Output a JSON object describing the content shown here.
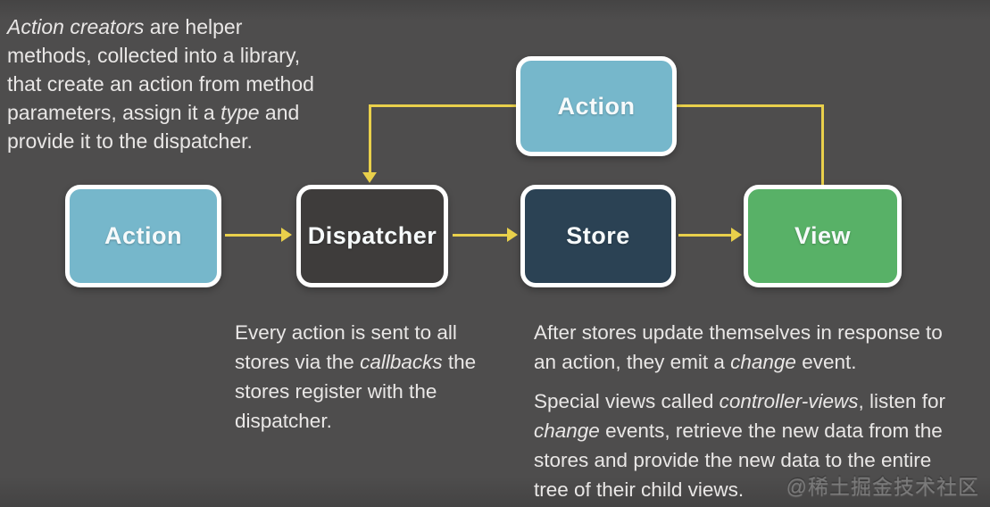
{
  "diagram": {
    "title_hint": "Flux data flow diagram",
    "nodes": {
      "action_top": {
        "label": "Action",
        "fill": "#76b7cb"
      },
      "action_left": {
        "label": "Action",
        "fill": "#76b7cb"
      },
      "dispatcher": {
        "label": "Dispatcher",
        "fill": "#3e3c3b"
      },
      "store": {
        "label": "Store",
        "fill": "#2b4254"
      },
      "view": {
        "label": "View",
        "fill": "#58b167"
      }
    },
    "edges": [
      {
        "from": "action_left",
        "to": "dispatcher",
        "style": "arrow-right"
      },
      {
        "from": "dispatcher",
        "to": "store",
        "style": "arrow-right"
      },
      {
        "from": "store",
        "to": "view",
        "style": "arrow-right"
      },
      {
        "from": "view",
        "to": "action_top",
        "style": "elbow-up"
      },
      {
        "from": "action_top",
        "to": "dispatcher",
        "style": "elbow-down-arrow"
      }
    ],
    "colors": {
      "background": "#4e4d4d",
      "arrow": "#e9d04b",
      "node_border": "#ffffff",
      "node_text": "#f6fafb",
      "note_text": "#e9e7e6"
    }
  },
  "notes": {
    "intro": [
      [
        {
          "t": "Action creators",
          "i": true
        },
        {
          "t": " are helper",
          "i": false
        }
      ],
      [
        {
          "t": "methods, collected into a library,",
          "i": false
        }
      ],
      [
        {
          "t": "that create an action from method",
          "i": false
        }
      ],
      [
        {
          "t": "parameters, assign it a ",
          "i": false
        },
        {
          "t": "type",
          "i": true
        },
        {
          "t": " and",
          "i": false
        }
      ],
      [
        {
          "t": "provide it to the dispatcher.",
          "i": false
        }
      ]
    ],
    "dispatcher": [
      [
        {
          "t": "Every action is sent to all",
          "i": false
        }
      ],
      [
        {
          "t": "stores via the ",
          "i": false
        },
        {
          "t": "callbacks",
          "i": true
        },
        {
          "t": " the",
          "i": false
        }
      ],
      [
        {
          "t": "stores register with the",
          "i": false
        }
      ],
      [
        {
          "t": "dispatcher.",
          "i": false
        }
      ]
    ],
    "store_para1": [
      [
        {
          "t": "After stores update themselves in response to",
          "i": false
        }
      ],
      [
        {
          "t": "an action, they emit a ",
          "i": false
        },
        {
          "t": "change",
          "i": true
        },
        {
          "t": " event.",
          "i": false
        }
      ]
    ],
    "store_para2": [
      [
        {
          "t": "Special views called ",
          "i": false
        },
        {
          "t": "controller-views",
          "i": true
        },
        {
          "t": ", listen for",
          "i": false
        }
      ],
      [
        {
          "t": "change",
          "i": true
        },
        {
          "t": " events, retrieve the new data from the",
          "i": false
        }
      ],
      [
        {
          "t": "stores and provide the new data to the entire",
          "i": false
        }
      ],
      [
        {
          "t": "tree of their child views.",
          "i": false
        }
      ]
    ]
  },
  "watermark": {
    "text": "@稀土掘金技术社区"
  }
}
